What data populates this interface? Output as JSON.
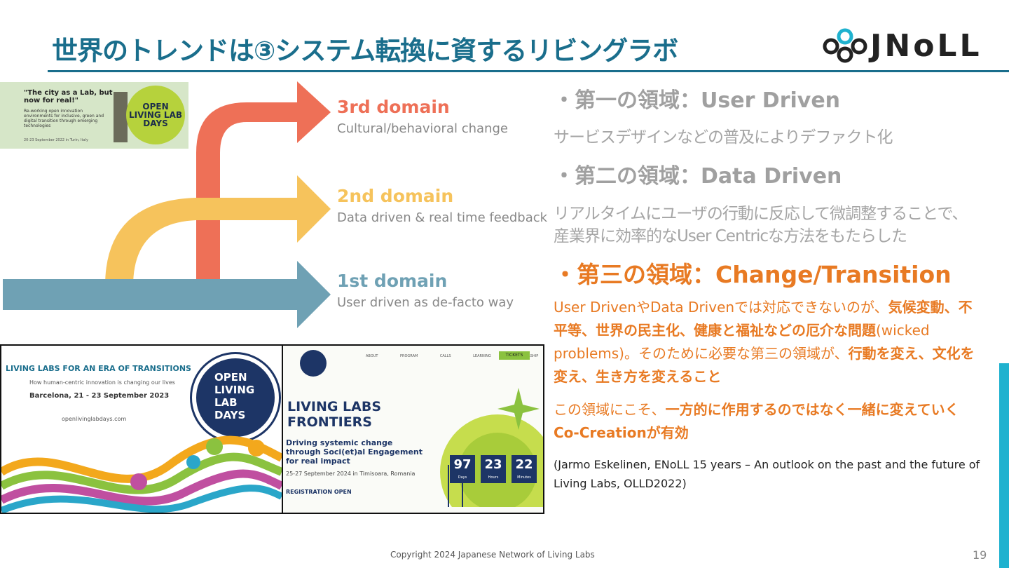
{
  "slide": {
    "title": "世界のトレンドは③システム転換に資するリビングラボ",
    "logo_text": "JNoLL",
    "diagram": {
      "domains": [
        {
          "label": "3rd domain",
          "sub": "Cultural/behavioral change",
          "color": "#ee7057"
        },
        {
          "label": "2nd domain",
          "sub": "Data driven & real time feedback",
          "color": "#f6c35c"
        },
        {
          "label": "1st domain",
          "sub": "User driven as de-facto way",
          "color": "#6fa1b4"
        }
      ]
    },
    "ad_top": {
      "quote": "\"The city as a Lab, but now for real!\"",
      "desc": "Re-working open innovation environments for inclusive, green and digital transition through emerging technologies",
      "date": "20-23 September 2022 in Turin, Italy",
      "badge": "OPEN LIVING LAB DAYS"
    },
    "ad_left": {
      "title": "LIVING LABS FOR AN ERA OF TRANSITIONS",
      "subtitle": "How human-centric innovation is changing our lives",
      "date": "Barcelona, 21 - 23 September 2023",
      "url": "openlivinglabdays.com",
      "badge": "OPEN LIVING LAB DAYS"
    },
    "ad_right": {
      "nav": "ABOUT PROGRAM CALLS LEARNING SPONSORSHIP",
      "ticket_button": "TICKETS",
      "title_line1": "LIVING LABS",
      "title_line2": "FRONTIERS",
      "sub_line1": "Driving systemic change",
      "sub_line2": "through Soci(et)al Engagement",
      "sub_line3": "for real impact",
      "date": "25-27 September 2024 in Timisoara, Romania",
      "registration": "REGISTRATION OPEN",
      "countdown": [
        {
          "value": "97",
          "unit": "Days"
        },
        {
          "value": "23",
          "unit": "Hours"
        },
        {
          "value": "22",
          "unit": "Minutes"
        }
      ]
    },
    "right": {
      "d1_heading": "・第一の領域：User Driven",
      "d1_text": "サービスデザインなどの普及によりデファクト化",
      "d2_heading": "・第二の領域：Data Driven",
      "d2_text1": "リアルタイムにユーザの行動に反応して微調整することで、",
      "d2_text2": "産業界に効率的なUser Centricな方法をもたらした",
      "d3_heading": "・第三の領域：Change/Transition",
      "p1_a": "User DrivenやData Drivenでは対応できないのが、",
      "p1_b": "気候変動、不平等、世界の民主化、健康と福祉などの厄介な問題",
      "p1_c": "(wicked problems)。そのために必要な第三の領域が、",
      "p1_d": "行動を変え、文化を変え、生き方を変えること",
      "p2_a": "この領域にこそ、",
      "p2_b": "一方的に作用するのではなく一緒に変えていくCo-Creationが有効",
      "citation": "(Jarmo Eskelinen, ENoLL 15 years – An outlook on the past and the future of Living Labs, OLLD2022)"
    },
    "footer": "Copyright 2024  Japanese Network of Living Labs",
    "page_number": "19"
  }
}
